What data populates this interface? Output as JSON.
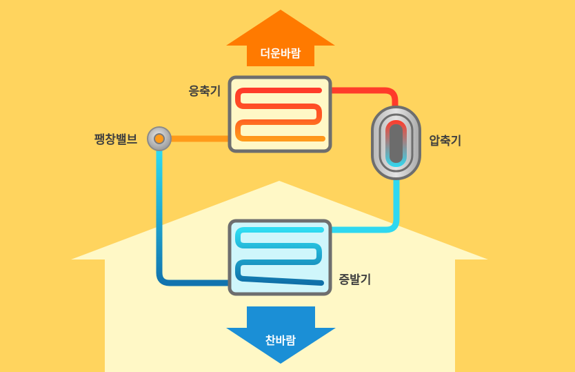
{
  "labels": {
    "hot_air": "더운바람",
    "condenser": "응축기",
    "compressor": "압축기",
    "expansion_valve": "팽창밸브",
    "evaporator": "증발기",
    "cold_air": "찬바람"
  },
  "colors": {
    "background": "#FFD45E",
    "house": "#FFF8C6",
    "hot_arrow": "#FF7A00",
    "cold_arrow": "#1B8FD6",
    "hot_pipe": "#FF3B2A",
    "warm_pipe": "#FF9A1A",
    "cool_pipe": "#26D6F0",
    "cold_pipe": "#1586C2",
    "frame": "#6E6E6E",
    "text": "#3F3F3F"
  }
}
